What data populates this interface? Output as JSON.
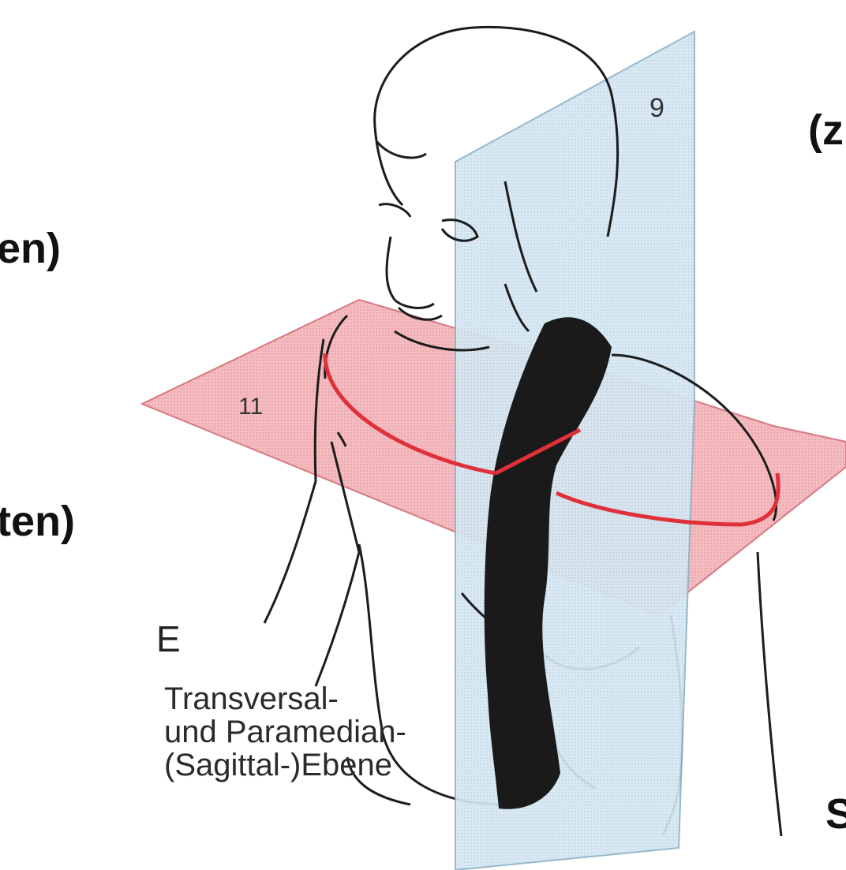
{
  "labels": {
    "left_top": "en)",
    "left_bottom": "ten)",
    "right_top": "(z",
    "right_bottom": "S"
  },
  "figure": {
    "letter": "E",
    "plane_sagittal_number": "9",
    "plane_transversal_number": "11",
    "caption_lines": [
      "Transversal-",
      "und Paramedian-",
      "(Sagittal-)Ebene"
    ]
  },
  "colors": {
    "sagittal_plane": "#cfe3ef",
    "transversal_plane": "#f2b3b8",
    "section_line": "#e0303a",
    "cut_surface": "#1a1a1a",
    "outline": "#1c1c1c"
  }
}
